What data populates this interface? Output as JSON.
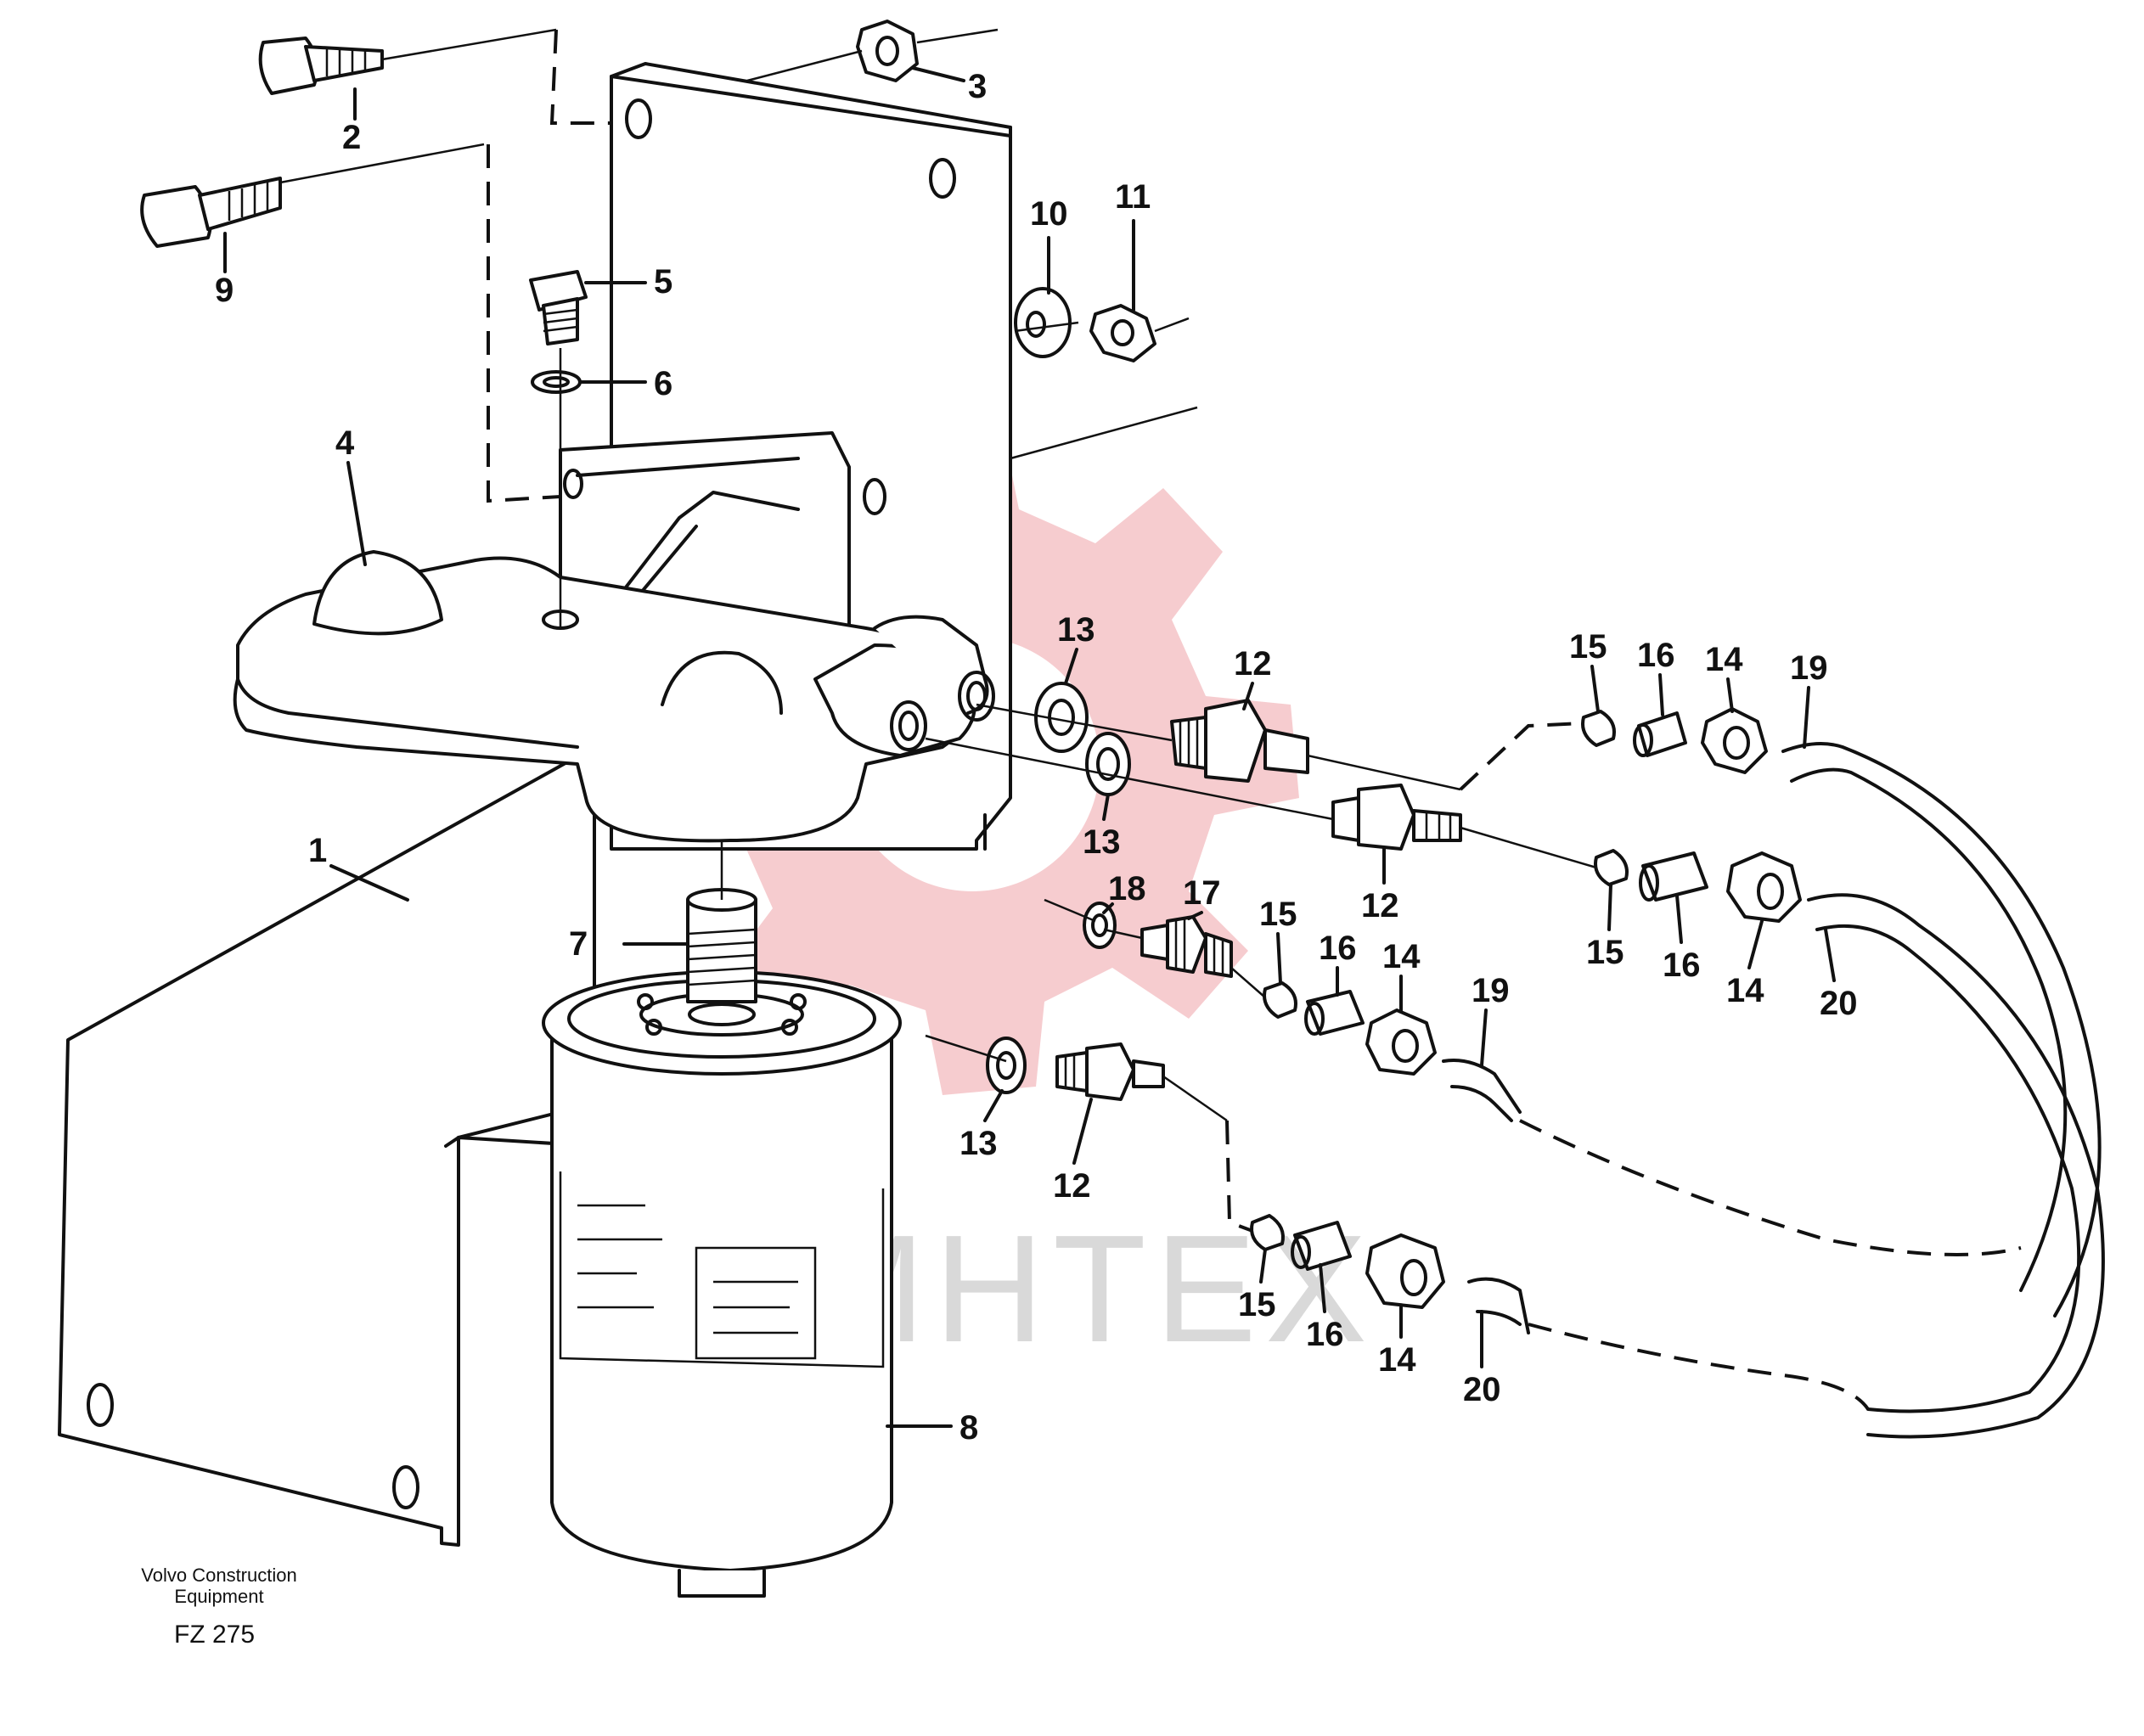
{
  "watermark": {
    "text": "MHTEX",
    "gear_color": "#f6c9cc",
    "text_color": "#d9d9d9"
  },
  "footer": {
    "company_line1": "Volvo Construction",
    "company_line2": "Equipment",
    "figure_code": "FZ 275"
  },
  "parts": [
    {
      "id": "1",
      "label": "1"
    },
    {
      "id": "2",
      "label": "2"
    },
    {
      "id": "3",
      "label": "3"
    },
    {
      "id": "4",
      "label": "4"
    },
    {
      "id": "5",
      "label": "5"
    },
    {
      "id": "6",
      "label": "6"
    },
    {
      "id": "7",
      "label": "7"
    },
    {
      "id": "8",
      "label": "8"
    },
    {
      "id": "9",
      "label": "9"
    },
    {
      "id": "10",
      "label": "10"
    },
    {
      "id": "11",
      "label": "11"
    },
    {
      "id": "12a",
      "label": "12"
    },
    {
      "id": "12b",
      "label": "12"
    },
    {
      "id": "12c",
      "label": "12"
    },
    {
      "id": "13a",
      "label": "13"
    },
    {
      "id": "13b",
      "label": "13"
    },
    {
      "id": "13c",
      "label": "13"
    },
    {
      "id": "14a",
      "label": "14"
    },
    {
      "id": "14b",
      "label": "14"
    },
    {
      "id": "14c",
      "label": "14"
    },
    {
      "id": "14d",
      "label": "14"
    },
    {
      "id": "15a",
      "label": "15"
    },
    {
      "id": "15b",
      "label": "15"
    },
    {
      "id": "15c",
      "label": "15"
    },
    {
      "id": "15d",
      "label": "15"
    },
    {
      "id": "16a",
      "label": "16"
    },
    {
      "id": "16b",
      "label": "16"
    },
    {
      "id": "16c",
      "label": "16"
    },
    {
      "id": "16d",
      "label": "16"
    },
    {
      "id": "17",
      "label": "17"
    },
    {
      "id": "18",
      "label": "18"
    },
    {
      "id": "19a",
      "label": "19"
    },
    {
      "id": "19b",
      "label": "19"
    },
    {
      "id": "20a",
      "label": "20"
    },
    {
      "id": "20b",
      "label": "20"
    }
  ]
}
